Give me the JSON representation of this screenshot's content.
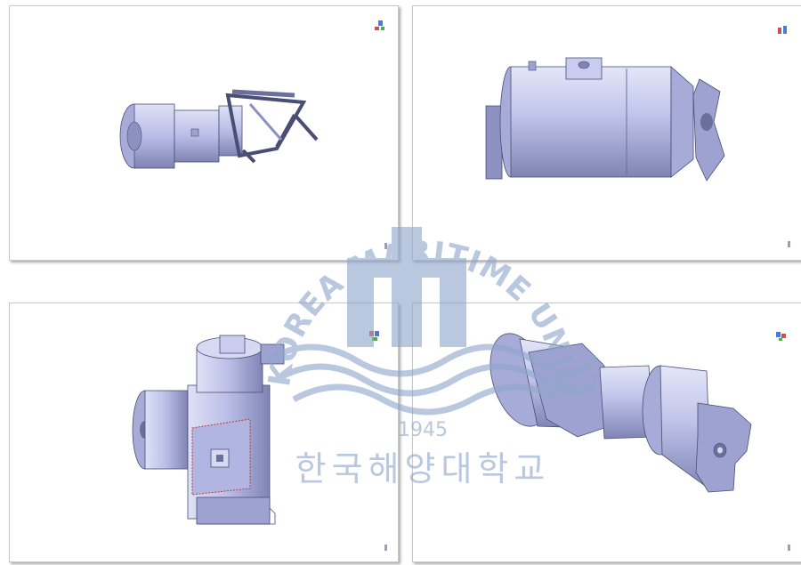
{
  "views": [
    {
      "id": "view-1"
    },
    {
      "id": "view-2"
    },
    {
      "id": "view-3"
    },
    {
      "id": "view-4"
    }
  ],
  "watermark": {
    "text_arc": "KOREA MARITIME UNIVERSITY",
    "year": "1945",
    "korean": "한국해양대학교",
    "color": "#8fa6cc"
  },
  "colors": {
    "model_body": "#b9bde6",
    "model_shadow": "#7f84b3",
    "model_light": "#dfe1f6",
    "model_edge": "#4a4e74",
    "highlight_edge": "#c0392b"
  }
}
